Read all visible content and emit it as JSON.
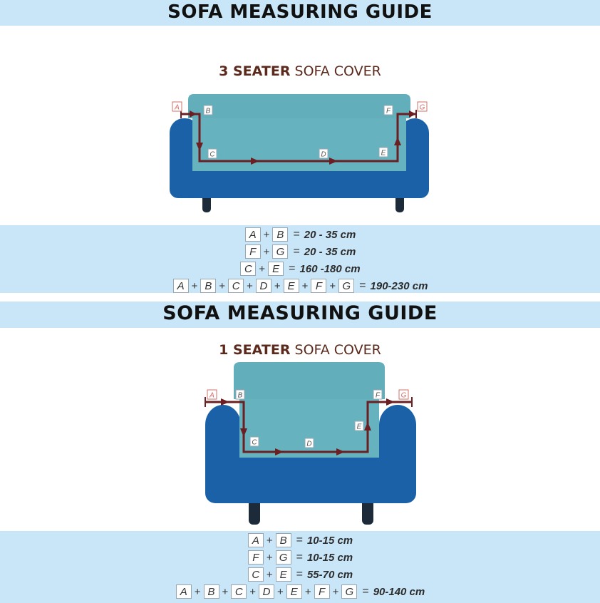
{
  "colors": {
    "band": "#c9e6f8",
    "arm": "#1a61a8",
    "arm_dark": "#174f8c",
    "seat": "#62aebb",
    "arrow": "#6b1f22",
    "leg": "#1d2a3a",
    "label_red": "#d0706b"
  },
  "guides": [
    {
      "title": "SOFA MEASURING GUIDE",
      "subtitle_bold": "3 SEATER",
      "subtitle_rest": " SOFA COVER",
      "labels": {
        "a": "A",
        "b": "B",
        "c": "C",
        "d": "D",
        "e": "E",
        "f": "F",
        "g": "G"
      },
      "formulas": [
        {
          "terms": [
            "A",
            "B"
          ],
          "value": "20 - 35  cm"
        },
        {
          "terms": [
            "F",
            "G"
          ],
          "value": "20 - 35  cm"
        },
        {
          "terms": [
            "C",
            "E"
          ],
          "value": "160 -180 cm"
        },
        {
          "terms": [
            "A",
            "B",
            "C",
            "D",
            "E",
            "F",
            "G"
          ],
          "value": "190-230 cm"
        }
      ]
    },
    {
      "title": "SOFA MEASURING GUIDE",
      "subtitle_bold": "1 SEATER",
      "subtitle_rest": " SOFA COVER",
      "labels": {
        "a": "A",
        "b": "B",
        "c": "C",
        "d": "D",
        "e": "E",
        "f": "F",
        "g": "G"
      },
      "formulas": [
        {
          "terms": [
            "A",
            "B"
          ],
          "value": "10-15 cm"
        },
        {
          "terms": [
            "F",
            "G"
          ],
          "value": "10-15 cm"
        },
        {
          "terms": [
            "C",
            "E"
          ],
          "value": "55-70 cm"
        },
        {
          "terms": [
            "A",
            "B",
            "C",
            "D",
            "E",
            "F",
            "G"
          ],
          "value": "90-140 cm"
        }
      ]
    }
  ]
}
